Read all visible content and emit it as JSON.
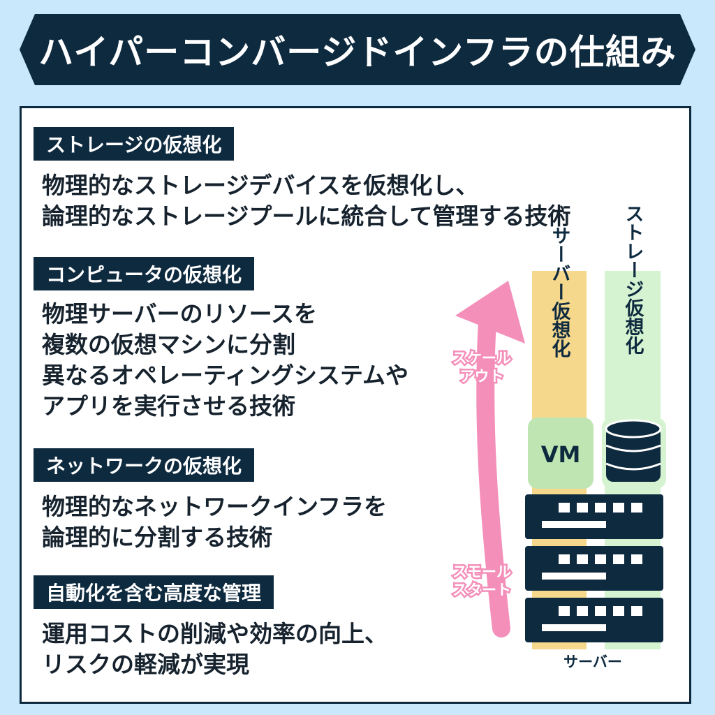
{
  "title": "ハイパーコンバージドインフラの仕組み",
  "sections": [
    {
      "heading": "ストレージの仮想化",
      "lines": [
        "物理的なストレージデバイスを仮想化し、",
        "論理的なストレージプールに統合して管理する技術"
      ]
    },
    {
      "heading": "コンピュータの仮想化",
      "lines": [
        "物理サーバーのリソースを",
        "複数の仮想マシンに分割",
        "異なるオペレーティングシステムや",
        "アプリを実行させる技術"
      ]
    },
    {
      "heading": "ネットワークの仮想化",
      "lines": [
        "物理的なネットワークインフラを",
        "論理的に分割する技術"
      ]
    },
    {
      "heading": "自動化を含む高度な管理",
      "lines": [
        "運用コストの削減や効率の向上、",
        "リスクの軽減が実現"
      ]
    }
  ],
  "diagram": {
    "scale_out": [
      "スケール",
      "アウト"
    ],
    "small_start": [
      "スモール",
      "スタート"
    ],
    "server_virtualization": "サーバー仮想化",
    "storage_virtualization": "ストレージ仮想化",
    "vm_label": "VM",
    "server_label": "サーバー",
    "icons": {
      "vm": "vm-box-icon",
      "storage": "database-icon",
      "server": "server-rack-icon",
      "arrow": "scale-up-arrow-icon"
    },
    "colors": {
      "server_column": "#f5d88c",
      "storage_column": "#d6f3d1",
      "vm_box": "#bfe5b3",
      "dark": "#0e2a3f",
      "arrow": "#f48fba"
    }
  }
}
